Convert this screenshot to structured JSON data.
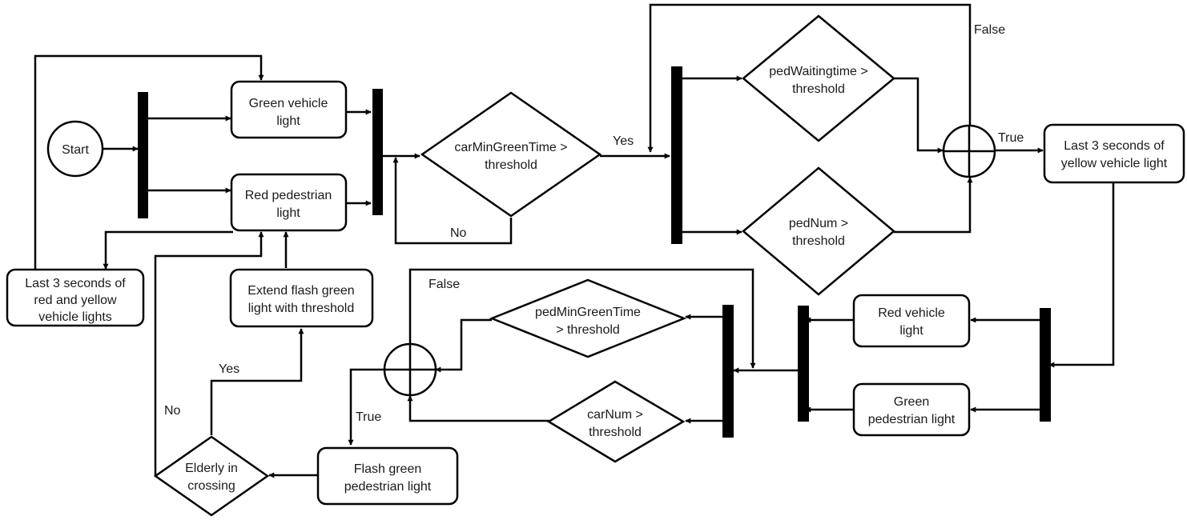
{
  "nodes": {
    "start": "Start",
    "green_vehicle": [
      "Green vehicle",
      "light"
    ],
    "red_pedestrian": [
      "Red pedestrian",
      "light"
    ],
    "car_min_green": [
      "carMinGreenTime >",
      "threshold"
    ],
    "ped_waiting": [
      "pedWaitingtime >",
      "threshold"
    ],
    "ped_num": [
      "pedNum >",
      "threshold"
    ],
    "yellow_last3": [
      "Last 3 seconds of",
      "yellow vehicle light"
    ],
    "red_vehicle": [
      "Red vehicle",
      "light"
    ],
    "green_pedestrian": [
      "Green",
      "pedestrian light"
    ],
    "ped_min_green": [
      "pedMinGreenTime",
      "> threshold"
    ],
    "car_num": [
      "carNum >",
      "threshold"
    ],
    "flash_green": [
      "Flash green",
      "pedestrian light"
    ],
    "elderly": [
      "Elderly in",
      "crossing"
    ],
    "extend_flash": [
      "Extend flash green",
      "light with threshold"
    ],
    "red_yellow_last3": [
      "Last 3 seconds of",
      "red and yellow",
      "vehicle lights"
    ]
  },
  "labels": {
    "yes_car": "Yes",
    "no_car": "No",
    "false_top": "False",
    "true_right": "True",
    "false_bottom": "False",
    "true_bottom": "True",
    "yes_elderly": "Yes",
    "no_elderly": "No"
  }
}
